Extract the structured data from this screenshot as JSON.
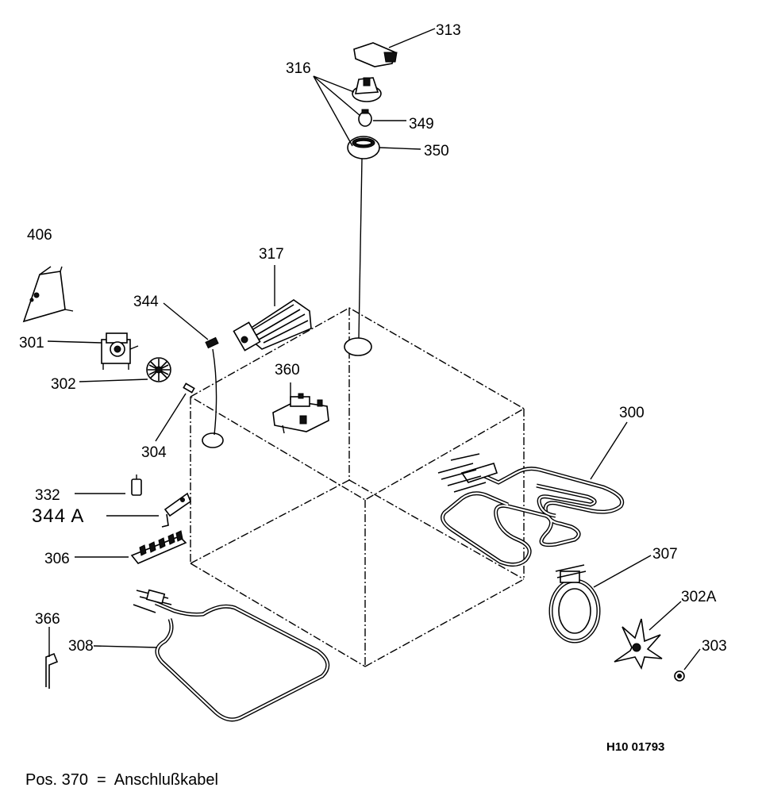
{
  "labels": {
    "p313": "313",
    "p316": "316",
    "p349": "349",
    "p350": "350",
    "p406": "406",
    "p317": "317",
    "p344": "344",
    "p301": "301",
    "p302": "302",
    "p360": "360",
    "p304": "304",
    "p300": "300",
    "p332": "332",
    "p344a": "344 A",
    "p306": "306",
    "p307": "307",
    "p302a": "302A",
    "p366": "366",
    "p308": "308",
    "p303": "303"
  },
  "drawing_number": "H10 01793",
  "footnote": "Pos. 370  =  Anschlußkabel"
}
